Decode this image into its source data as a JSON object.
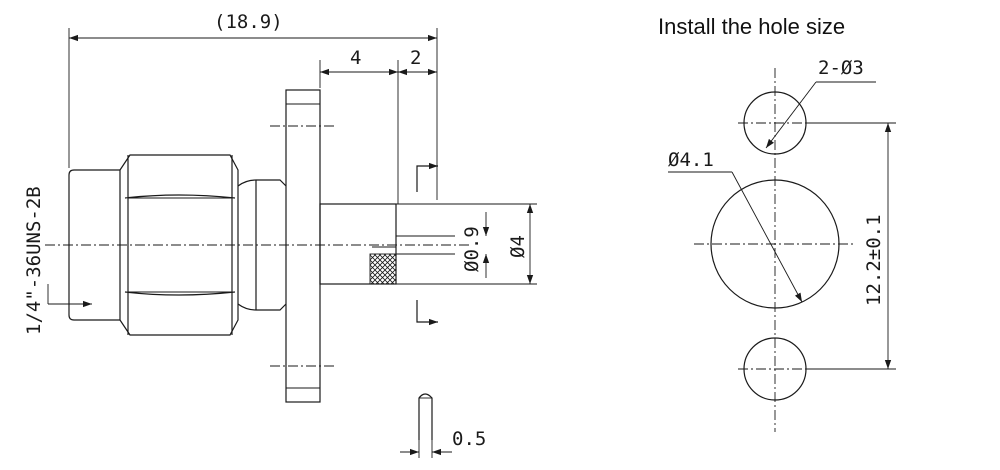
{
  "side_view": {
    "overall_length": "(18.9)",
    "flange_to_face": "4",
    "face_step": "2",
    "thread": "1/4\"-36UNS-2B",
    "pin_diameter": "Ø0.9",
    "dielectric_diameter": "Ø4",
    "pin_step": "0.5"
  },
  "hole_layout": {
    "title": "Install the hole size",
    "mount_holes": "2-Ø3",
    "center_hole": "Ø4.1",
    "hole_spacing": "12.2±0.1"
  }
}
